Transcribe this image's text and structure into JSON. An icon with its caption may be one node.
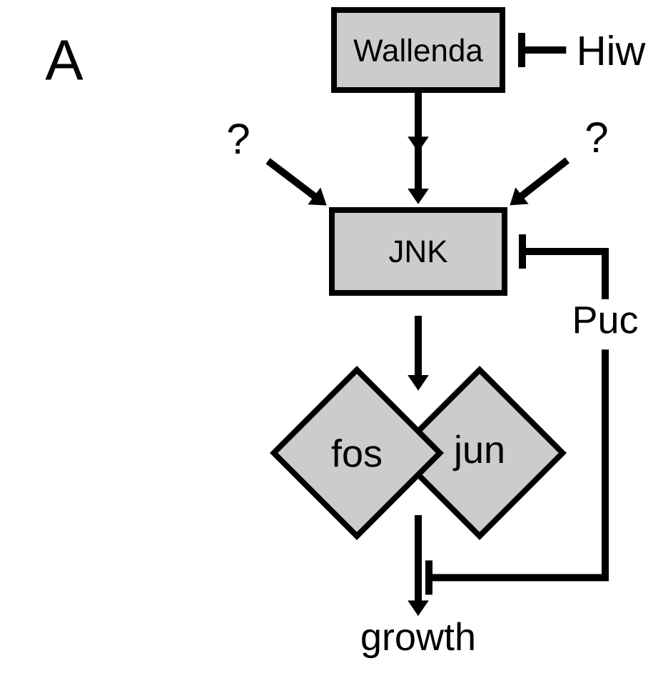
{
  "diagram": {
    "nodes": [
      {
        "text": [
          "Wallenda"
        ]
      },
      {
        "text": [
          "Hiw"
        ]
      },
      {
        "text": [
          "?"
        ]
      },
      {
        "text": [
          "?"
        ]
      },
      {
        "text": [
          "JNK"
        ]
      },
      {
        "text": [
          "Puc"
        ]
      },
      {
        "text": [
          "fos"
        ]
      },
      {
        "text": [
          "jun"
        ]
      },
      {
        "text": [
          "growth"
        ]
      }
    ],
    "edges": [
      {
        "from": 1,
        "to": 0,
        "arrow": "other"
      },
      {
        "from": 0,
        "to": 4,
        "arrow": "to"
      },
      {
        "from": 2,
        "to": 4,
        "arrow": "to"
      },
      {
        "from": 3,
        "to": 4,
        "arrow": "to"
      },
      {
        "from": 4,
        "to": 6,
        "arrow": "to"
      },
      {
        "from": 4,
        "to": 7,
        "arrow": "to"
      },
      {
        "from": 6,
        "to": 8,
        "arrow": "to"
      },
      {
        "from": 7,
        "to": 8,
        "arrow": "to"
      },
      {
        "from": 5,
        "to": 4,
        "arrow": "other"
      },
      {
        "from": 5,
        "to": 8,
        "arrow": "other"
      }
    ],
    "labels": [
      "A"
    ]
  }
}
